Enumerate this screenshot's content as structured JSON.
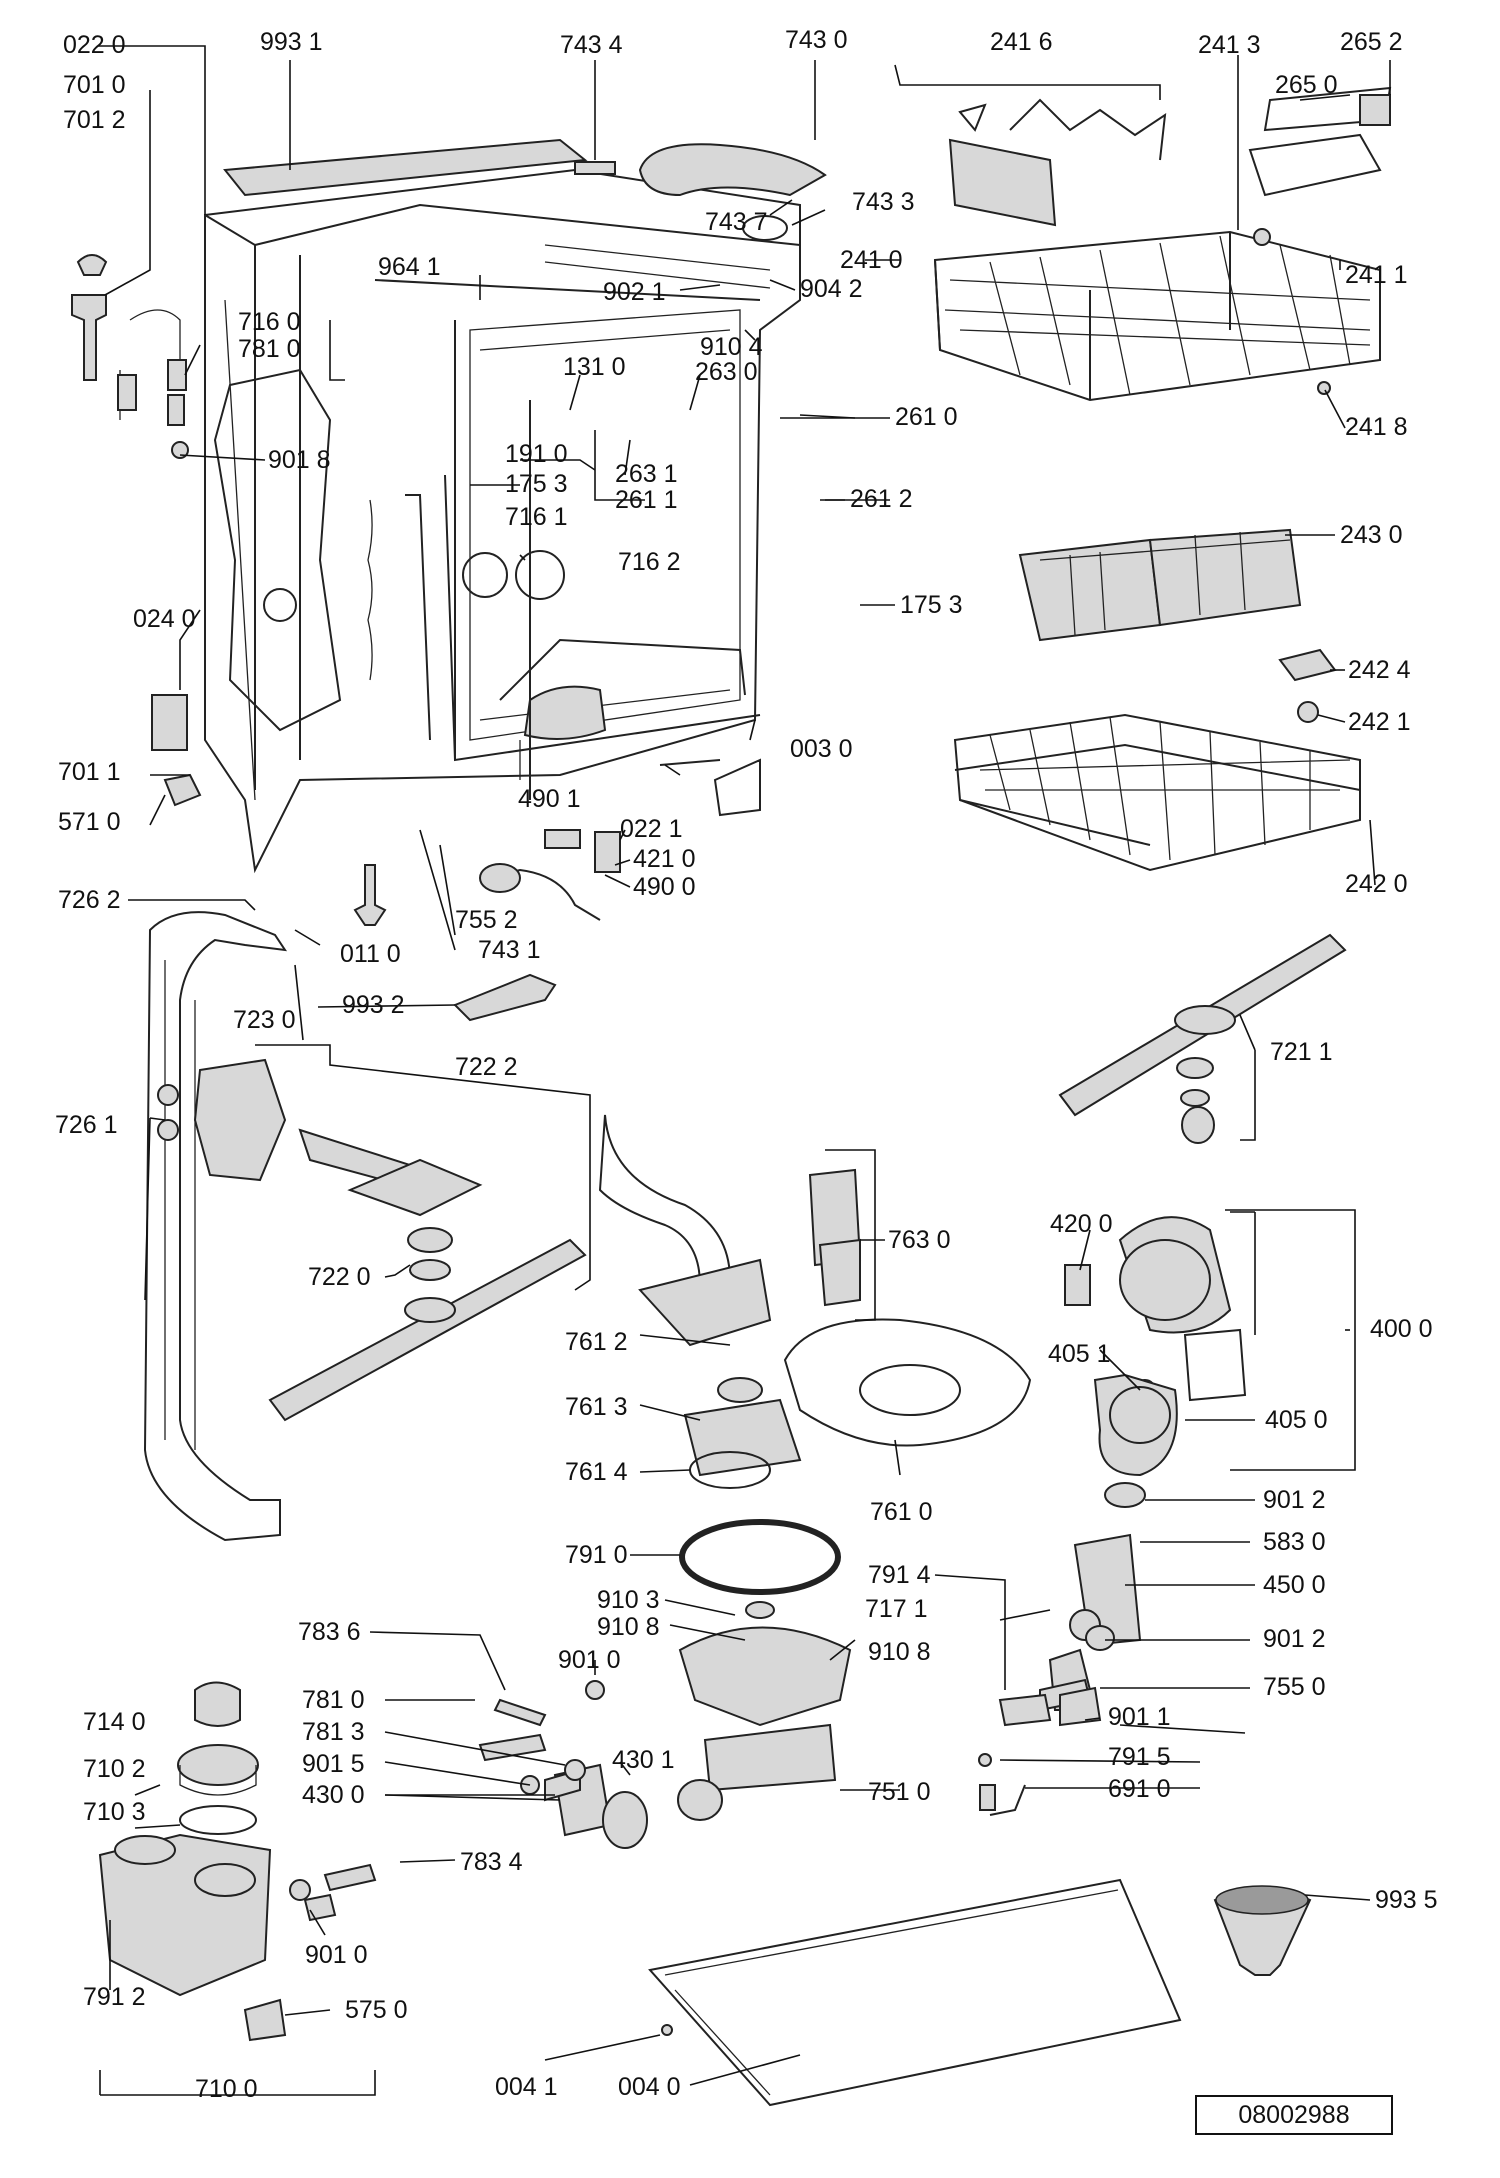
{
  "diagram": {
    "reference_number": "08002988",
    "labels": {
      "l0220": "022 0",
      "l7010": "701 0",
      "l7012": "701 2",
      "l9931": "993 1",
      "l7434": "743 4",
      "l7430": "743 0",
      "l2416": "241 6",
      "l2413": "241 3",
      "l2652": "265 2",
      "l2650": "265 0",
      "l7433": "743 3",
      "l7437": "743 7",
      "l9641": "964 1",
      "l9021": "902 1",
      "l9042": "904 2",
      "l2410": "241 0",
      "l9104": "910 4",
      "l7160": "716 0",
      "l7810a": "781 0",
      "l1310": "131 0",
      "l2630": "263 0",
      "l2411": "241 1",
      "l2610": "261 0",
      "l2418": "241 8",
      "l9018a": "901 8",
      "l1910": "191 0",
      "l1753a": "175 3",
      "l2631": "263 1",
      "l2611": "261 1",
      "l2612": "261 2",
      "l7161": "716 1",
      "l2430": "243 0",
      "l7162": "716 2",
      "l1753b": "175 3",
      "l0240": "024 0",
      "l2424": "242 4",
      "l2421": "242 1",
      "l7011": "701 1",
      "l0030": "003 0",
      "l0221": "022 1",
      "l4901": "490 1",
      "l5710": "571 0",
      "l4210": "421 0",
      "l4900": "490 0",
      "l2420": "242 0",
      "l7262": "726 2",
      "l7552": "755 2",
      "l0110": "011 0",
      "l7431": "743 1",
      "l7230": "723 0",
      "l9932": "993 2",
      "l7222": "722 2",
      "l7211": "721 1",
      "l7261": "726 1",
      "l7630": "763 0",
      "l4200": "420 0",
      "l7220": "722 0",
      "l4000": "400 0",
      "l7612": "761 2",
      "l4051": "405 1",
      "l7613": "761 3",
      "l4050": "405 0",
      "l7614": "761 4",
      "l7610": "761 0",
      "l9012a": "901 2",
      "l7910": "791 0",
      "l5830": "583 0",
      "l7914": "791 4",
      "l4500": "450 0",
      "l9103": "910 3",
      "l7171": "717 1",
      "l7836": "783 6",
      "l9108a": "910 8",
      "l9108b": "910 8",
      "l9012b": "901 2",
      "l9010a": "901 0",
      "l7550": "755 0",
      "l7140": "714 0",
      "l7810b": "781 0",
      "l9011": "901 1",
      "l7813": "781 3",
      "l7915": "791 5",
      "l7102": "710 2",
      "l9015": "901 5",
      "l4301": "430 1",
      "l7510": "751 0",
      "l6910": "691 0",
      "l4300": "430 0",
      "l7103": "710 3",
      "l7834": "783 4",
      "l9935": "993 5",
      "l9010b": "901 0",
      "l7912": "791 2",
      "l5750": "575 0",
      "l0041": "004 1",
      "l0040": "004 0",
      "l7100": "710 0"
    }
  }
}
